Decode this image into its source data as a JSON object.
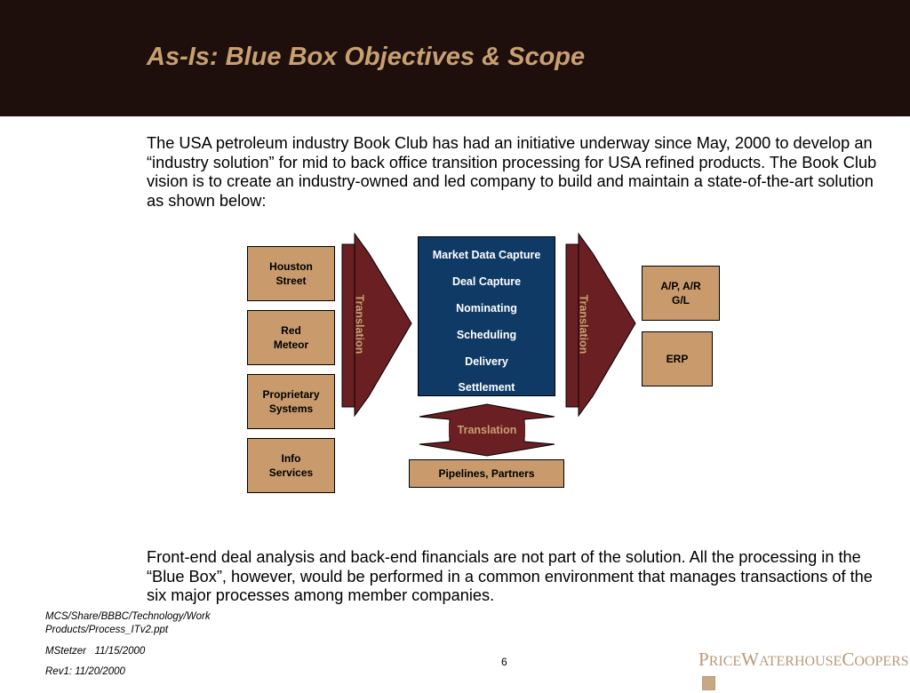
{
  "header": {
    "title": "As-Is:  Blue Box Objectives & Scope"
  },
  "intro": "The USA petroleum industry Book Club has had an initiative underway since May, 2000 to develop an “industry solution” for mid to back office transition processing for USA refined products.  The Book Club vision is to create an industry-owned and led company to build and maintain a state-of-the-art solution as shown below:",
  "diagram": {
    "sources": {
      "houston_street": {
        "l1": "Houston",
        "l2": "Street"
      },
      "red_meteor": {
        "l1": "Red",
        "l2": "Meteor"
      },
      "proprietary": {
        "l1": "Proprietary",
        "l2": "Systems"
      },
      "info": {
        "l1": "Info",
        "l2": "Services"
      }
    },
    "left_arrow": "Translation",
    "right_arrow": "Translation",
    "bottom_arrow": "Translation",
    "blue_box": [
      "Market Data Capture",
      "Deal Capture",
      "Nominating",
      "Scheduling",
      "Delivery",
      "Settlement"
    ],
    "targets": {
      "apar": {
        "l1": "A/P, A/R",
        "l2": "G/L"
      },
      "erp": "ERP"
    },
    "pipelines": "Pipelines, Partners"
  },
  "closing": "Front-end deal analysis and back-end financials are not part of the solution. All the processing in the “Blue Box”, however, would be performed in a common environment that manages transactions of the six major processes among member companies.",
  "footer": {
    "path_l1": "MCS/Share/BBBC/Technology/Work",
    "path_l2": "Products/Process_ITv2.ppt",
    "author": "MStetzer   11/15/2000",
    "rev": "Rev1: 11/20/2000",
    "page": "6"
  },
  "logo": {
    "p1": "P",
    "p2": "RICE",
    "p3": "W",
    "p4": "ATERHOUSE",
    "p5": "C",
    "p6": "OOPERS"
  },
  "colors": {
    "header_bg": "#1e0f0d",
    "title": "#c8a070",
    "box_tan": "#c89a6c",
    "blue_box": "#0f3a66",
    "arrow_maroon": "#6a1f22"
  }
}
